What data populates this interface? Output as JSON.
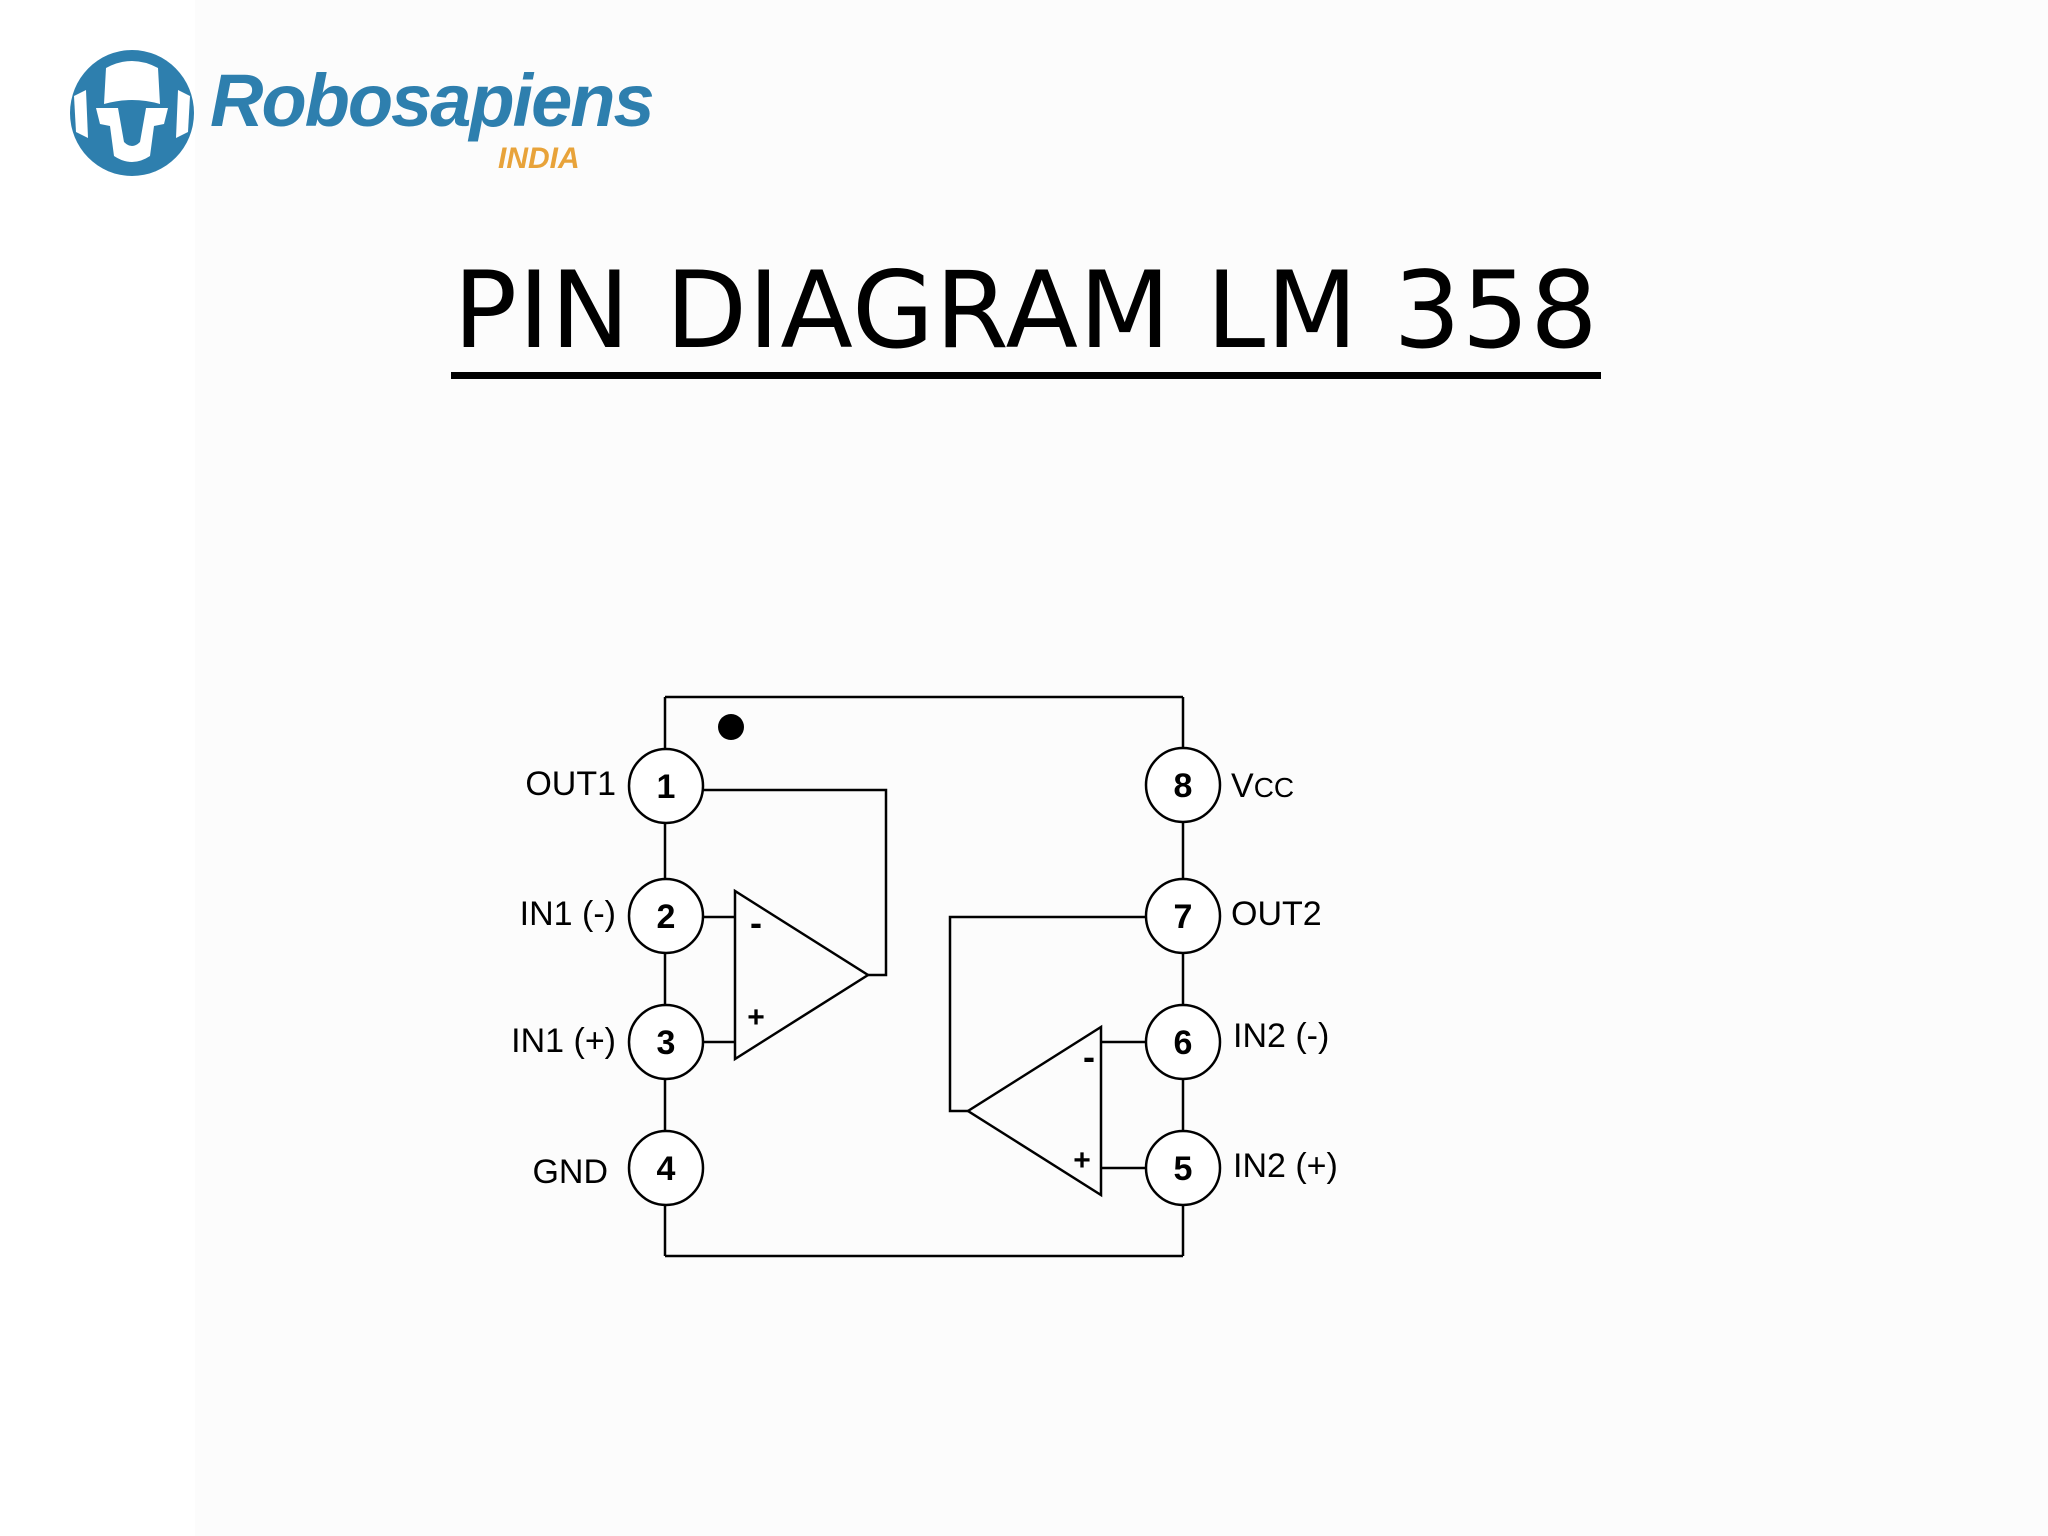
{
  "brand": {
    "name": "Robosapiens",
    "tagline": "INDIA",
    "colors": {
      "primary": "#2e7fae",
      "accent": "#e8a33a"
    },
    "icon": "robot-helmet-icon"
  },
  "slide": {
    "title": "PIN DIAGRAM LM 358"
  },
  "diagram": {
    "pins": [
      {
        "number": "1",
        "label": "OUT1"
      },
      {
        "number": "2",
        "label": "IN1 (-)"
      },
      {
        "number": "3",
        "label": "IN1 (+)"
      },
      {
        "number": "4",
        "label": "GND"
      },
      {
        "number": "5",
        "label": "IN2 (+)"
      },
      {
        "number": "6",
        "label": "IN2 (-)"
      },
      {
        "number": "7",
        "label": "OUT2"
      },
      {
        "number": "8",
        "label": "VCC",
        "label_main": "V",
        "label_sub": "CC"
      }
    ],
    "opamp1": {
      "minus": "-",
      "plus": "+"
    },
    "opamp2": {
      "minus": "-",
      "plus": "+"
    }
  }
}
